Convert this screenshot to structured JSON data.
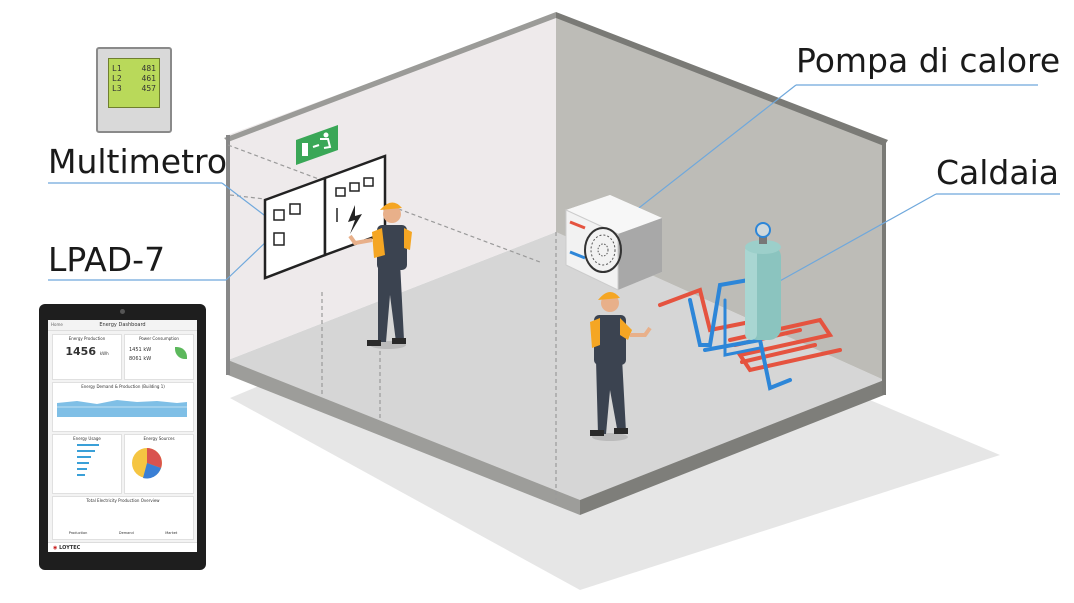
{
  "labels": {
    "multimetro": "Multimetro",
    "lpad": "LPAD-7",
    "pompa": "Pompa di calore",
    "caldaia": "Caldaia"
  },
  "multimeter": {
    "rows": [
      {
        "phase": "L1",
        "value": "481"
      },
      {
        "phase": "L2",
        "value": "461"
      },
      {
        "phase": "L3",
        "value": "457"
      }
    ]
  },
  "tablet": {
    "back": "Home",
    "header": "Energy Dashboard",
    "energy_production_title": "Energy Production",
    "energy_production_value": "1456",
    "energy_production_unit": "kWh",
    "power_consumption_title": "Power Consumption",
    "power_value_1": "1451 kW",
    "power_value_2": "8061 kW",
    "demand_title": "Energy Demand & Production (Building 1)",
    "usage_title": "Energy Usage",
    "sources_title": "Energy Sources",
    "overview_title": "Total Electricity Production Overview",
    "overview_cats": [
      "Production",
      "Demand",
      "Market"
    ],
    "brand": "LOYTEC"
  },
  "colors": {
    "wall_left": "#ede9ea",
    "wall_back": "#bbbab5",
    "floor": "#dcdcdc",
    "callout": "#6fa8dc",
    "worker_vest": "#f5a623",
    "worker_suit": "#3b4350",
    "pipe_red": "#e5533f",
    "pipe_blue": "#2d86d8",
    "exit_sign": "#3aa757"
  },
  "icons": {
    "exit": "emergency-exit-icon",
    "fan": "heat-pump-fan-icon",
    "lightning": "lightning-icon"
  }
}
